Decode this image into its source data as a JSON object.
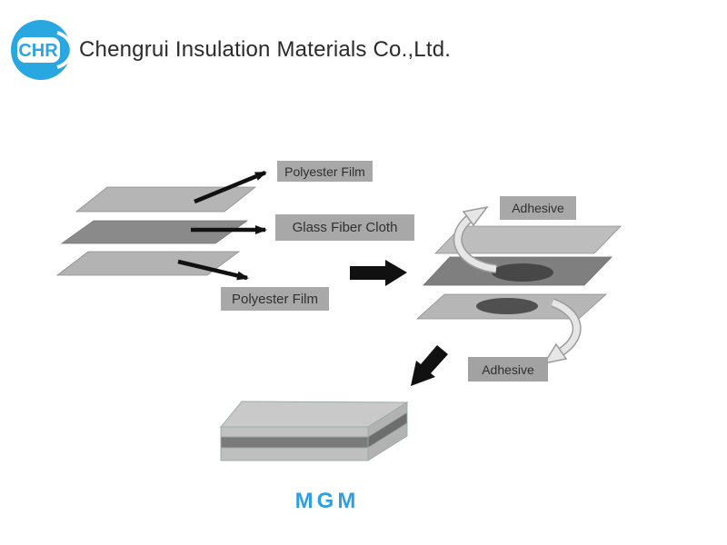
{
  "header": {
    "logo_text": "CHR",
    "company_name": "Chengrui Insulation Materials Co.,Ltd."
  },
  "diagram": {
    "labels": {
      "polyester_top": "Polyester Film",
      "glass_fiber": "Glass Fiber Cloth",
      "polyester_bottom": "Polyester Film",
      "adhesive_top": "Adhesive",
      "adhesive_bottom": "Adhesive"
    },
    "product_name": "MGM",
    "colors": {
      "brand_blue": "#29a7e0",
      "mgm_blue": "#2da0e2",
      "layer_light": "#b5b5b5",
      "layer_dark": "#8a8a8a",
      "adhesive_spot": "#474747",
      "label_bg": "#a8a8a8",
      "arrow_black": "#111111",
      "curved_arrow_fill": "#e6e6e6",
      "curved_arrow_stroke": "#9c9c9c"
    }
  }
}
